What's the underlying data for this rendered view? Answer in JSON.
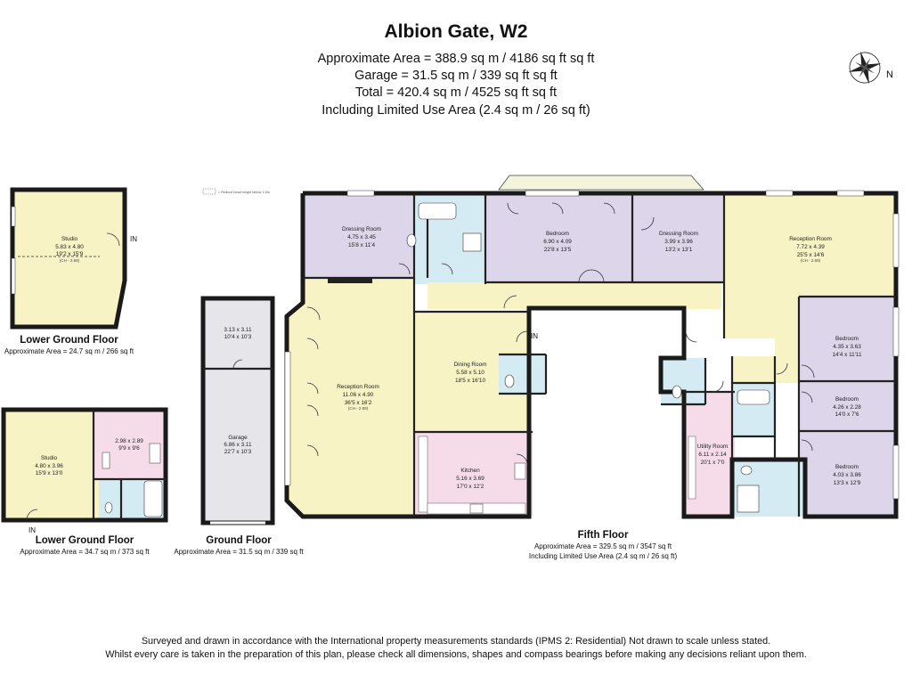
{
  "header": {
    "title": "Albion Gate, W2",
    "summary_lines": [
      "Approximate Area = 388.9 sq m / 4186 sq ft sq ft",
      "Garage = 31.5 sq m / 339 sq ft sq ft",
      "Total = 420.4 sq m / 4525 sq ft sq ft",
      "Including Limited Use Area (2.4 sq m / 26 sq ft)"
    ]
  },
  "compass": {
    "label": "N"
  },
  "legend": {
    "text": "= Reduce head height below 1.5m"
  },
  "entry_label": "IN",
  "floors": {
    "lower_ground_1": {
      "name": "Lower Ground Floor",
      "area": "Approximate Area = 24.7 sq m / 266 sq ft"
    },
    "lower_ground_2": {
      "name": "Lower Ground Floor",
      "area": "Approximate Area = 34.7 sq m / 373 sq ft"
    },
    "ground": {
      "name": "Ground Floor",
      "area": "Approximate Area = 31.5 sq m / 339 sq ft"
    },
    "fifth": {
      "name": "Fifth Floor",
      "area": "Approximate Area = 329.5 sq m / 3547 sq ft",
      "area2": "Including Limited Use Area (2.4 sq m / 26 sq ft)"
    }
  },
  "rooms": {
    "studio1": {
      "name": "Studio",
      "dim_m": "5.83 x 4.80",
      "dim_ft": "19'2 x 15'9",
      "ch": "(CH - 2.69)"
    },
    "studio2": {
      "name": "Studio",
      "dim_m": "4.80 x 3.96",
      "dim_ft": "15'9 x 13'0"
    },
    "store": {
      "dim_m": "2.98 x 2.89",
      "dim_ft": "9'9 x 9'6"
    },
    "garage_store": {
      "dim_m": "3.13 x 3.11",
      "dim_ft": "10'4 x 10'3"
    },
    "garage": {
      "name": "Garage",
      "dim_m": "6.86 x 3.11",
      "dim_ft": "22'7 x 10'3"
    },
    "dressing1": {
      "name": "Dressing Room",
      "dim_m": "4.75 x 3.45",
      "dim_ft": "15'8 x 11'4"
    },
    "bedroom_main": {
      "name": "Bedroom",
      "dim_m": "6.90 x 4.09",
      "dim_ft": "22'8 x 13'5"
    },
    "dressing2": {
      "name": "Dressing Room",
      "dim_m": "3.99 x 3.96",
      "dim_ft": "13'2 x 13'1"
    },
    "reception2": {
      "name": "Reception Room",
      "dim_m": "7.72 x 4.39",
      "dim_ft": "25'5 x 14'6",
      "ch": "(CH - 2.69)"
    },
    "reception1": {
      "name": "Reception Room",
      "dim_m": "11.06 x 4.90",
      "dim_ft": "36'5 x 16'2",
      "ch": "(CH - 2.69)"
    },
    "dining": {
      "name": "Dining Room",
      "dim_m": "5.58 x 5.10",
      "dim_ft": "18'5 x 16'10"
    },
    "kitchen": {
      "name": "Kitchen",
      "dim_m": "5.16 x 3.69",
      "dim_ft": "17'0 x 12'2"
    },
    "utility": {
      "name": "Utility Room",
      "dim_m": "6.11 x 2.14",
      "dim_ft": "20'1 x 7'0"
    },
    "bedroom2": {
      "name": "Bedroom",
      "dim_m": "4.35 x 3.63",
      "dim_ft": "14'4 x 11'11"
    },
    "bedroom3": {
      "name": "Bedroom",
      "dim_m": "4.26 x 2.28",
      "dim_ft": "14'0 x 7'6"
    },
    "bedroom4": {
      "name": "Bedroom",
      "dim_m": "4.03 x 3.86",
      "dim_ft": "13'3 x 12'9"
    }
  },
  "footer": {
    "line1": "Surveyed and drawn in accordance with the International property measurements standards (IPMS 2: Residential) Not drawn to scale unless stated.",
    "line2": "Whilst every care is taken in the preparation of this plan, please check all dimensions, shapes and compass bearings before making any decisions reliant upon them."
  },
  "colors": {
    "yellow": "#f8f3c4",
    "lilac": "#ddd5ea",
    "blue": "#d4ebf3",
    "pink": "#f6dbe8",
    "grey": "#e6e5ea",
    "wall": "#1a1a1a"
  },
  "icons": [
    "compass-rose-icon",
    "door-swing-icon",
    "bath-icon",
    "shower-icon",
    "wc-icon",
    "hob-icon",
    "sink-icon"
  ]
}
